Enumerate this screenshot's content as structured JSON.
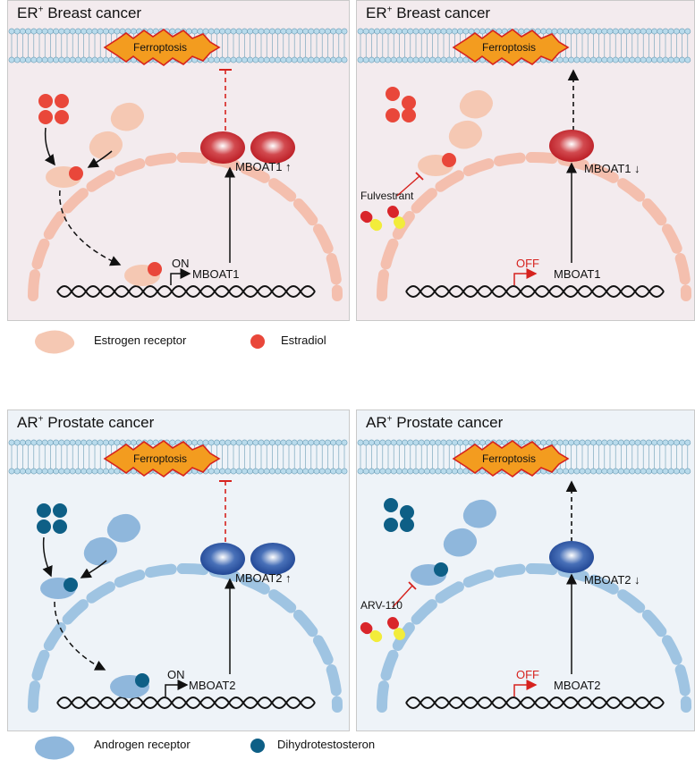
{
  "panels": [
    {
      "title_main": "ER",
      "title_sup": "+",
      "title_rest": " Breast cancer",
      "ferroptosis": "Ferroptosis",
      "gene": "MBOAT1",
      "gene_label": "MBOAT1",
      "gene_arrow": "↑",
      "switch": "ON",
      "drug": ""
    },
    {
      "title_main": "ER",
      "title_sup": "+",
      "title_rest": " Breast cancer",
      "ferroptosis": "Ferroptosis",
      "gene": "MBOAT1",
      "gene_label": "MBOAT1",
      "gene_arrow": "↓",
      "switch": "OFF",
      "drug": "Fulvestrant"
    },
    {
      "title_main": "AR",
      "title_sup": "+",
      "title_rest": " Prostate cancer",
      "ferroptosis": "Ferroptosis",
      "gene": "MBOAT2",
      "gene_label": "MBOAT2",
      "gene_arrow": "↑",
      "switch": "ON",
      "drug": ""
    },
    {
      "title_main": "AR",
      "title_sup": "+",
      "title_rest": " Prostate cancer",
      "ferroptosis": "Ferroptosis",
      "gene": "MBOAT2",
      "gene_label": "MBOAT2",
      "gene_arrow": "↓",
      "switch": "OFF",
      "drug": "ARV-110"
    }
  ],
  "legend_top": {
    "receptor": "Estrogen receptor",
    "ligand": "Estradiol"
  },
  "legend_bottom": {
    "receptor": "Androgen receptor",
    "ligand": "Dihydrotestosteron"
  },
  "colors": {
    "breast_bg": "#f3ebee",
    "prostate_bg": "#eef3f8",
    "breast_receptor": "#f5c8b3",
    "breast_ligand": "#e9473a",
    "breast_nucleus": "#f4bfae",
    "breast_enzyme": "#b8161e",
    "prostate_receptor": "#8fb7dc",
    "prostate_ligand": "#0e5f86",
    "prostate_nucleus": "#9fc4e2",
    "prostate_enzyme": "#1a3f8e",
    "ferroptosis_fill": "#f39c1f",
    "inhibit_red": "#d6221e",
    "membrane_head": "#b9dbec",
    "membrane_edge": "#6b9db6",
    "capsule_red": "#d9252a",
    "capsule_yellow": "#f2ec3a"
  }
}
